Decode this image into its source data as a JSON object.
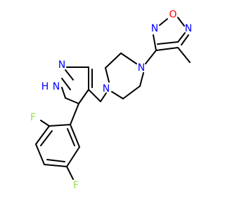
{
  "colors": {
    "background": "#FFFFFF",
    "carbon_bond": "#000000",
    "nitrogen": "#0000FF",
    "oxygen": "#FF0000",
    "fluorine": "#90E050"
  },
  "atoms": {
    "n_pz2": "N",
    "n_pz1": "N",
    "h_pz1": "H",
    "n_pip_a": "N",
    "n_pip_b": "N",
    "n_ox1": "N",
    "n_ox2": "N",
    "o_ox": "O",
    "f_ortho": "F",
    "f_para": "F"
  }
}
